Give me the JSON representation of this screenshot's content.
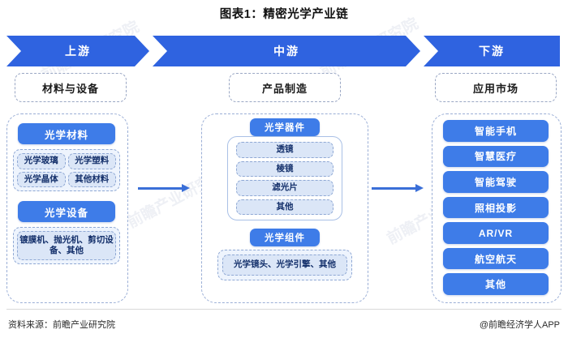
{
  "title": "图表1：精密光学产业链",
  "banner": {
    "upstream": "上游",
    "midstream": "中游",
    "downstream": "下游"
  },
  "columns": {
    "left": {
      "header": "材料与设备",
      "groups": [
        {
          "label": "光学材料",
          "items": [
            "光学玻璃",
            "光学塑料",
            "光学晶体",
            "其他材料"
          ]
        },
        {
          "label": "光学设备",
          "items": [
            "镀膜机、抛光机、剪切设备、其他"
          ]
        }
      ]
    },
    "middle": {
      "header": "产品制造",
      "groups": [
        {
          "label": "光学器件",
          "items": [
            "透镜",
            "棱镜",
            "滤光片",
            "其他"
          ]
        },
        {
          "label": "光学组件",
          "items": [
            "光学镜头、光学引擎、其他"
          ]
        }
      ]
    },
    "right": {
      "header": "应用市场",
      "items": [
        "智能手机",
        "智慧医疗",
        "智能驾驶",
        "照相投影",
        "AR/VR",
        "航空航天",
        "其他"
      ]
    }
  },
  "arrows": [
    {
      "name": "upstream-to-midstream",
      "direction": "right"
    },
    {
      "name": "midstream-to-downstream",
      "direction": "right"
    }
  ],
  "footer": {
    "source": "资料来源：前瞻产业研究院",
    "brand": "@前瞻经济学人APP"
  },
  "watermark": "前瞻产业研究院",
  "colors": {
    "banner_blue": "#2f63e0",
    "pill_blue": "#3e7ce8",
    "sub_fill": "#dbe6f7",
    "dashed_border": "#8fa8d4",
    "arrow_blue": "#3a6fd8"
  }
}
